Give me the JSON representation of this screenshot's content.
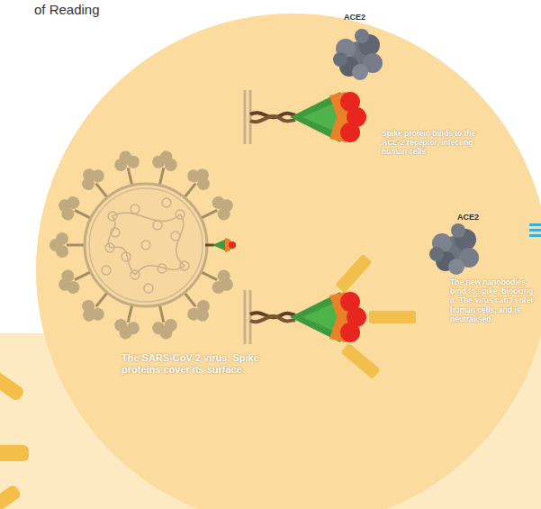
{
  "diagram": {
    "labels": [
      "of Reading",
      "ACE2",
      "Spike protein binds to the ACE-2 receptor, infecting human cells",
      "ACE2",
      "The new nanobodies bind to spike, blocking it. The virus can't enter human cells, and is neutralised",
      "The SARS-CoV-2 virus. Spike proteins cover its surface."
    ]
  }
}
